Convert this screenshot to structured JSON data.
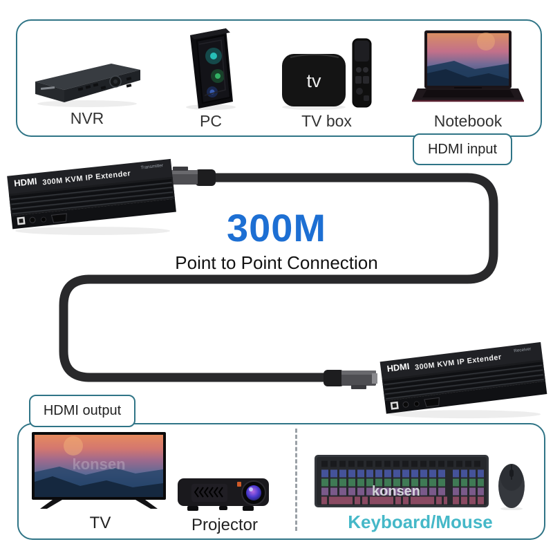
{
  "top_group": {
    "tag": "HDMI input",
    "devices": [
      {
        "id": "nvr",
        "label": "NVR"
      },
      {
        "id": "pc",
        "label": "PC"
      },
      {
        "id": "tv-box",
        "label": "TV box"
      },
      {
        "id": "notebook",
        "label": "Notebook"
      }
    ],
    "tv_box_glyph": "tv"
  },
  "connection": {
    "distance": "300M",
    "description": "Point to Point Connection"
  },
  "extenders": {
    "brand": "HDMI",
    "model": "300M KVM IP Extender",
    "transmitter_label": "Transmitter",
    "receiver_label": "Receiver"
  },
  "bottom_group": {
    "tag": "HDMI output",
    "devices": [
      {
        "id": "tv",
        "label": "TV"
      },
      {
        "id": "projector",
        "label": "Projector"
      },
      {
        "id": "keyboard-mouse",
        "label": "Keyboard/Mouse"
      }
    ],
    "brand_watermark": "konsen"
  },
  "colors": {
    "background": "#ffffff",
    "group_border": "#2f7486",
    "accent_blue": "#1d6fd3",
    "teal_text": "#45b8c8",
    "cable": "#29292b"
  }
}
